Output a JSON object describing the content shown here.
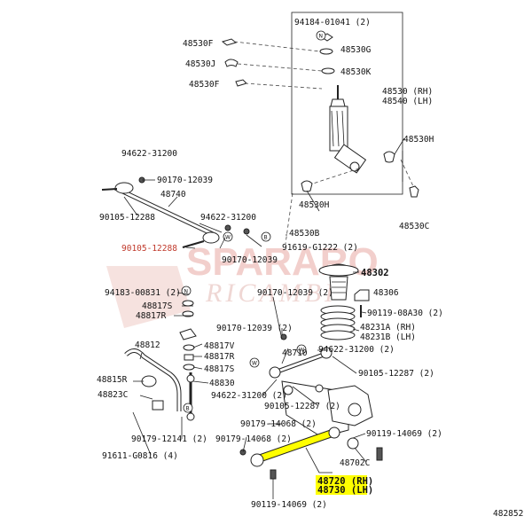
{
  "watermark": {
    "brand": "SPARARO",
    "sub": "RICAMBI"
  },
  "footer_code": "482852",
  "colors": {
    "highlight": "#ffff00",
    "red": "#c0392b",
    "watermark": "#e8a9a3"
  },
  "labels": {
    "l94184": "94184-01041 (2)",
    "l48530G": "48530G",
    "l48530F_a": "48530F",
    "l48530J": "48530J",
    "l48530K": "48530K",
    "l48530F_b": "48530F",
    "l48530RH": "48530 (RH)",
    "l48540LH": "48540 (LH)",
    "l48530H_a": "48530H",
    "l94622_a": "94622-31200",
    "l90170_a": "90170-12039",
    "l48740": "48740",
    "l90105_a": "90105-12288",
    "l94622_b": "94622-31200",
    "l48530H_b": "48530H",
    "l48530C": "48530C",
    "l48530B": "48530B",
    "l90105_b": "90105-12288",
    "l91619": "91619-G1222 (2)",
    "l90170_b": "90170-12039",
    "l48302": "48302",
    "l94183": "94183-00831 (2)",
    "l90170_c": "90170-12039 (2)",
    "l48306": "48306",
    "l48817S_a": "48817S",
    "l48817R_a": "48817R",
    "l90119_a": "90119-08A30 (2)",
    "l48231A": "48231A (RH)",
    "l48231B": "48231B (LH)",
    "l90170_d": "90170-12039 (2)",
    "l48812": "48812",
    "l48817V": "48817V",
    "l48817R_b": "48817R",
    "l48710": "48710",
    "l94622_c": "94622-31200 (2)",
    "l48817S_b": "48817S",
    "l90105_c": "90105-12287 (2)",
    "l48815R": "48815R",
    "l48830": "48830",
    "l48823C": "48823C",
    "l94622_d": "94622-31200 (2)",
    "l90105_d": "90105-12287 (2)",
    "l90179_a": "90179-14068 (2)",
    "l90179_b": "90179-12141 (2)",
    "l90179_c": "90179-14068 (2)",
    "l90119_b": "90119-14069 (2)",
    "l91611": "91611-G0816 (4)",
    "l48702C": "48702C",
    "l48720": "48720 (RH)",
    "l48730": "48730 (LH)",
    "l90119_c": "90119-14069 (2)"
  },
  "markers": {
    "n": "N",
    "w": "W",
    "b": "B"
  }
}
